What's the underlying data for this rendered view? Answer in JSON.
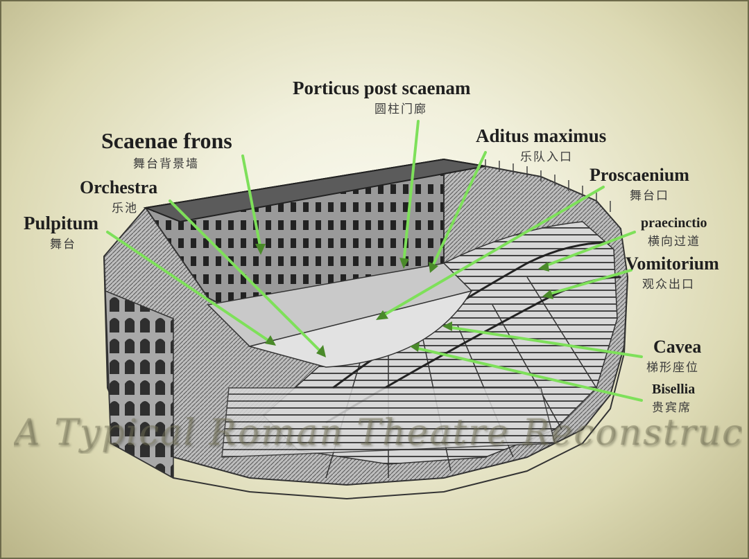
{
  "labels": {
    "porticus": {
      "en": "Porticus post scaenam",
      "cn": "圆柱门廊"
    },
    "scaenae": {
      "en": "Scaenae frons",
      "cn": "舞台背景墙"
    },
    "aditus": {
      "en": "Aditus maximus",
      "cn": "乐队入口"
    },
    "orchestra": {
      "en": "Orchestra",
      "cn": "乐池"
    },
    "proscaenium": {
      "en": "Proscaenium",
      "cn": "舞台口"
    },
    "pulpitum": {
      "en": "Pulpitum",
      "cn": "舞台"
    },
    "praecinctio": {
      "en": "praecinctio",
      "cn": "横向过道"
    },
    "vomitorium": {
      "en": "Vomitorium",
      "cn": "观众出口"
    },
    "cavea": {
      "en": "Cavea",
      "cn": "梯形座位"
    },
    "bisellia": {
      "en": "Bisellia",
      "cn": "贵宾席"
    }
  },
  "watermark": "A Typical Roman Theatre Reconstructed, Italy",
  "colors": {
    "arrow": "#7ee05a",
    "arrow_head": "#4a8a2a",
    "stone": "#6e6e6e"
  }
}
